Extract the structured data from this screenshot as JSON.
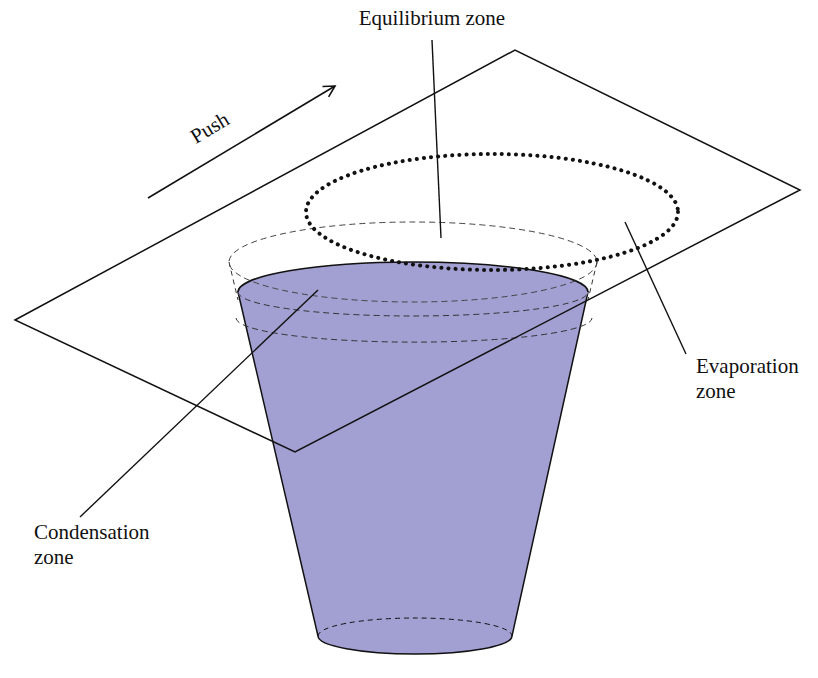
{
  "diagram": {
    "labels": [
      "Push",
      "Equilibrium zone",
      "Evaporation zone",
      "Condensation zone"
    ]
  }
}
